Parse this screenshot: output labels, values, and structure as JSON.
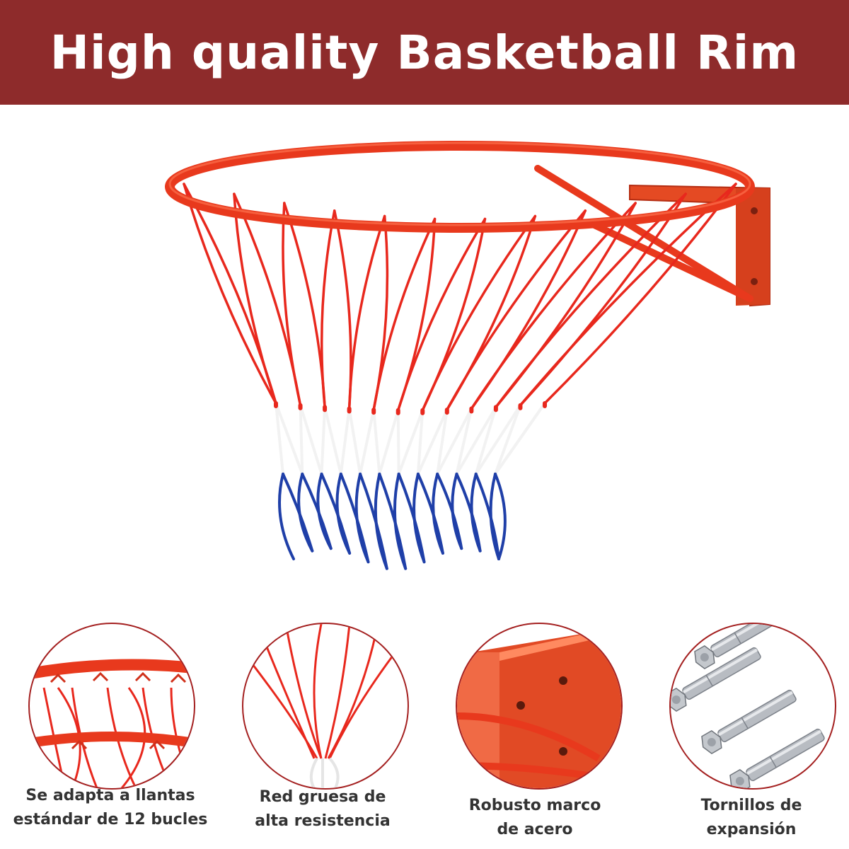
{
  "header": {
    "title": "High quality Basketball Rim"
  },
  "colors": {
    "banner": "#8e2b2b",
    "rim": "#e8391d",
    "net_red": "#e8281d",
    "net_white": "#f2f2f2",
    "net_blue": "#1f3fa8",
    "circle_border": "#a42020"
  },
  "features": [
    {
      "icon": "rim-loops-icon",
      "line1": "Se adapta a llantas",
      "line2": "estándar de 12 bucles"
    },
    {
      "icon": "net-icon",
      "line1": "Red gruesa de",
      "line2": "alta resistencia"
    },
    {
      "icon": "bracket-frame-icon",
      "line1": "Robusto marco",
      "line2": "de acero"
    },
    {
      "icon": "expansion-bolts-icon",
      "line1": "Tornillos de",
      "line2": "expansión"
    }
  ]
}
